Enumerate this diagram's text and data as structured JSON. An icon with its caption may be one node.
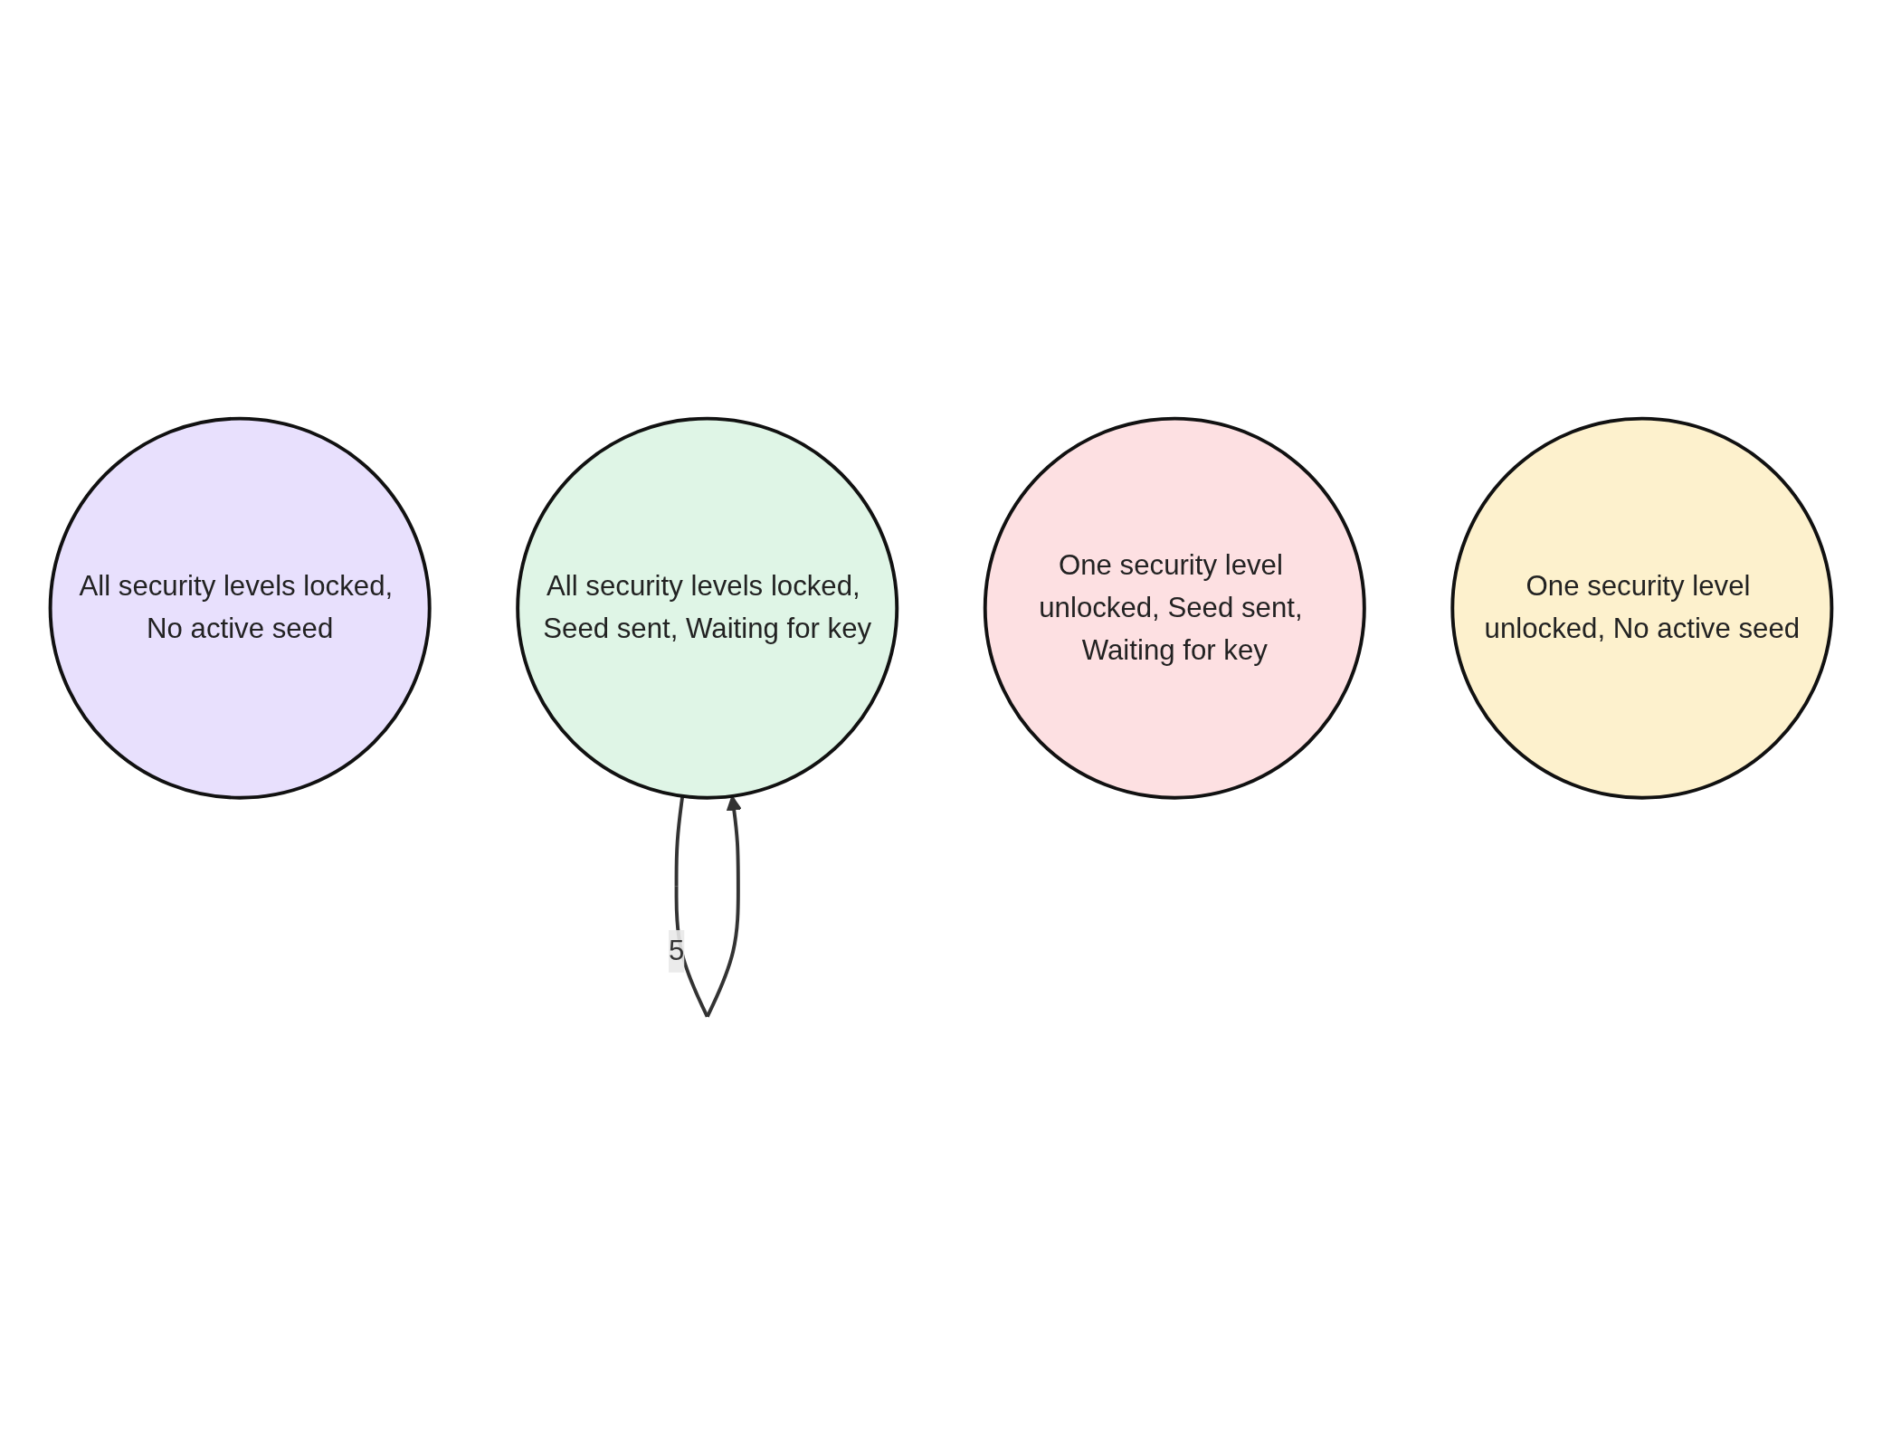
{
  "diagram": {
    "nodes": [
      {
        "text": [
          "All security levels locked, No active seed"
        ]
      },
      {
        "text": [
          "All security levels locked, Seed sent, Waiting for key"
        ]
      },
      {
        "text": [
          "One security level unlocked, Seed sent, Waiting for key"
        ]
      },
      {
        "text": [
          "One security level unlocked, No active seed"
        ]
      }
    ],
    "edges": [
      {
        "from": 1,
        "to": 1,
        "label": "5",
        "arrow": "to"
      }
    ]
  }
}
